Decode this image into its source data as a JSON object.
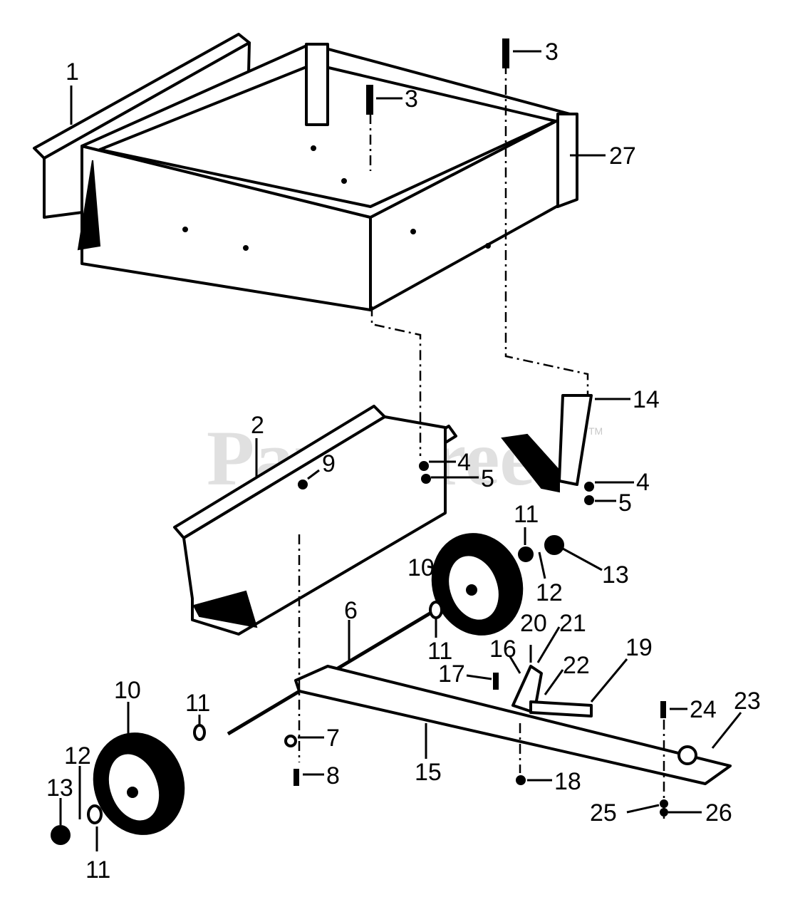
{
  "watermark": {
    "text": "PartsTree",
    "tm": "TM"
  },
  "callouts": [
    {
      "n": "1"
    },
    {
      "n": "3"
    },
    {
      "n": "3"
    },
    {
      "n": "27"
    },
    {
      "n": "2"
    },
    {
      "n": "9"
    },
    {
      "n": "4"
    },
    {
      "n": "5"
    },
    {
      "n": "14"
    },
    {
      "n": "4"
    },
    {
      "n": "5"
    },
    {
      "n": "11"
    },
    {
      "n": "13"
    },
    {
      "n": "10"
    },
    {
      "n": "12"
    },
    {
      "n": "6"
    },
    {
      "n": "11"
    },
    {
      "n": "20"
    },
    {
      "n": "21"
    },
    {
      "n": "16"
    },
    {
      "n": "19"
    },
    {
      "n": "17"
    },
    {
      "n": "22"
    },
    {
      "n": "10"
    },
    {
      "n": "11"
    },
    {
      "n": "24"
    },
    {
      "n": "23"
    },
    {
      "n": "12"
    },
    {
      "n": "7"
    },
    {
      "n": "15"
    },
    {
      "n": "13"
    },
    {
      "n": "8"
    },
    {
      "n": "18"
    },
    {
      "n": "11"
    },
    {
      "n": "25"
    },
    {
      "n": "26"
    }
  ],
  "parts": [
    "cargo-bed-panel",
    "cargo-box",
    "cross-support",
    "tongue-bracket",
    "axle",
    "wheel-front",
    "wheel-rear",
    "tongue",
    "hitch-assembly"
  ]
}
